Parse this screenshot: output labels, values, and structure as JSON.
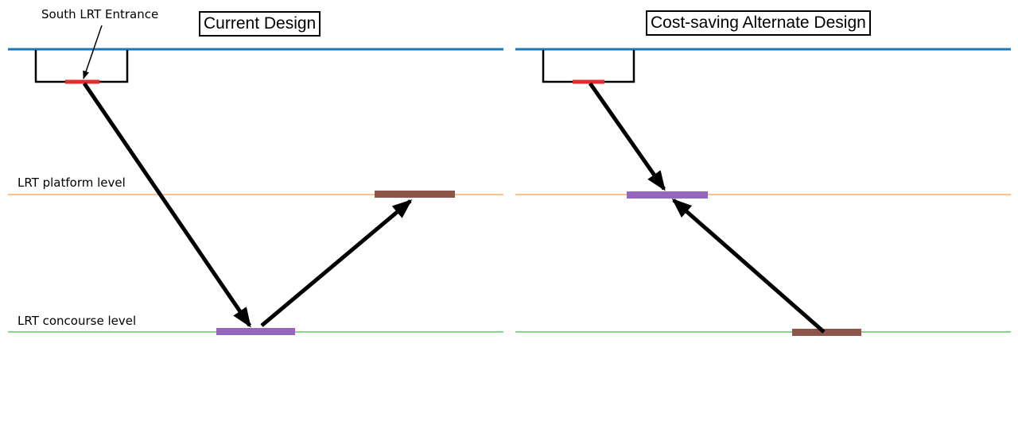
{
  "titles": {
    "left": "Current Design",
    "right": "Cost-saving Alternate Design"
  },
  "labels": {
    "entrance_annotation": "South LRT Entrance",
    "platform_level": "LRT platform level",
    "concourse_level": "LRT concourse level"
  },
  "colors": {
    "background": "#ffffff",
    "line_black": "#000000",
    "ground_blue": "#1f77b4",
    "platform_orange": "#ffc18c",
    "concourse_green": "#8bd48b",
    "entrance_red": "#dd2f2e",
    "stair_purple": "#9467bd",
    "platform_brown": "#8c564b"
  }
}
